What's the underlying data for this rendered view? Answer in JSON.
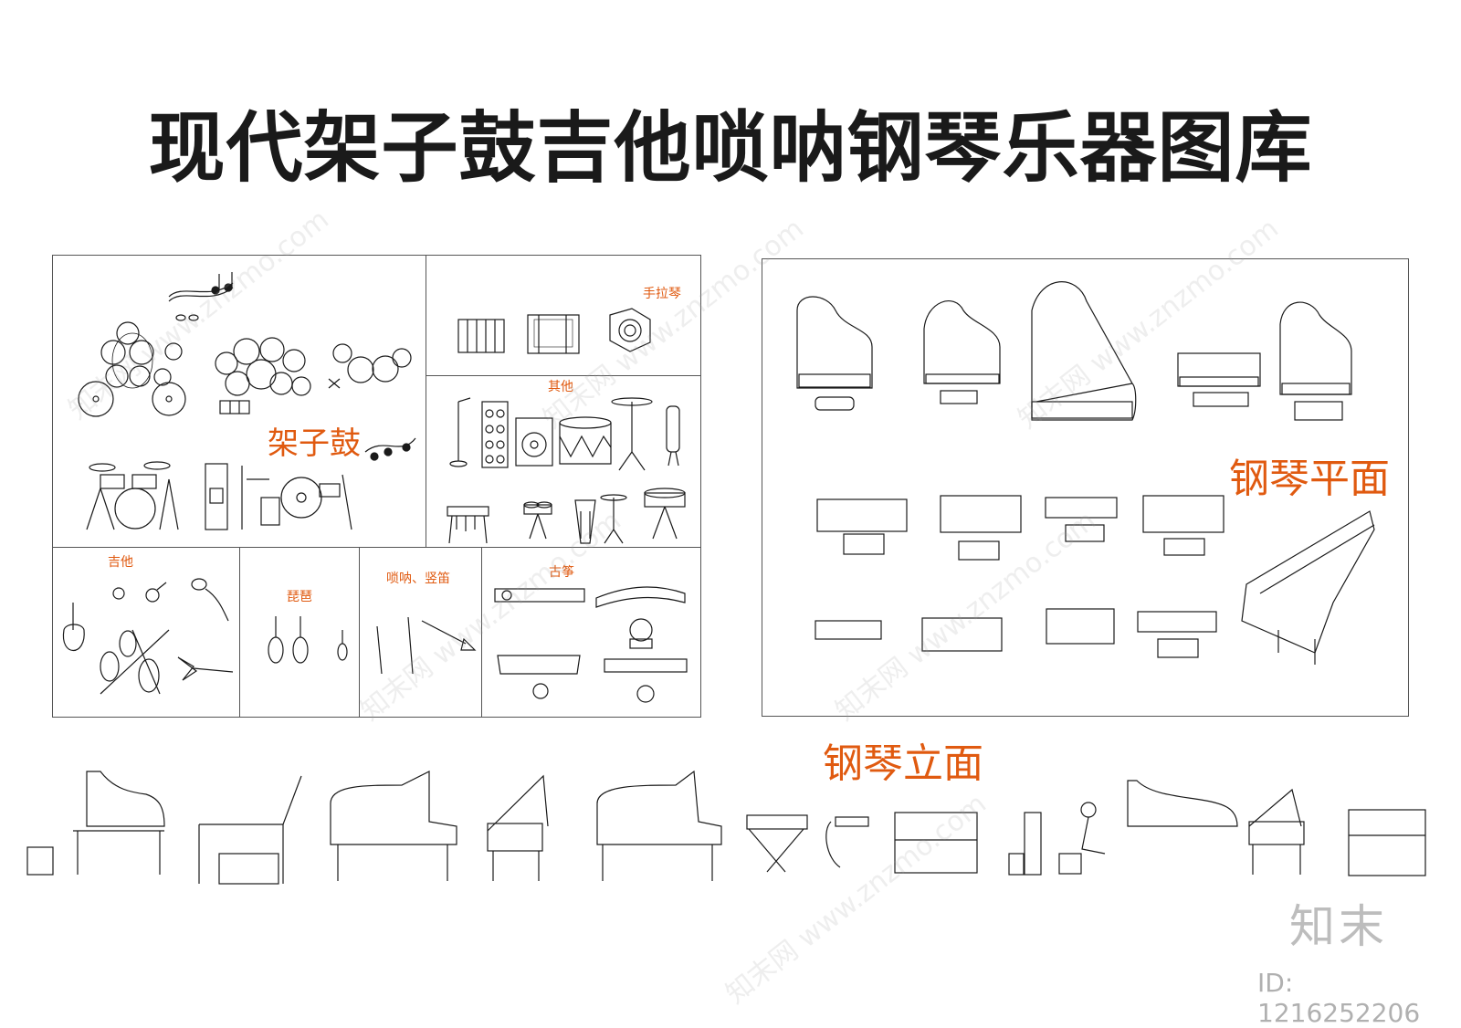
{
  "title": "现代架子鼓吉他唢呐钢琴乐器图库",
  "labels": {
    "drums": "架子鼓",
    "accordion": "手拉琴",
    "other": "其他",
    "guitar": "吉他",
    "pipa": "琵琶",
    "suona_flute": "唢呐、竖笛",
    "guzheng": "古筝",
    "piano_plan": "钢琴平面",
    "piano_elevation": "钢琴立面"
  },
  "watermark": {
    "logo": "知末",
    "id": "ID: 1216252206",
    "tile": "知末网 www.znzmo.com"
  },
  "colors": {
    "accent": "#e05a10",
    "line": "#1a1a1a",
    "border": "#555555"
  }
}
